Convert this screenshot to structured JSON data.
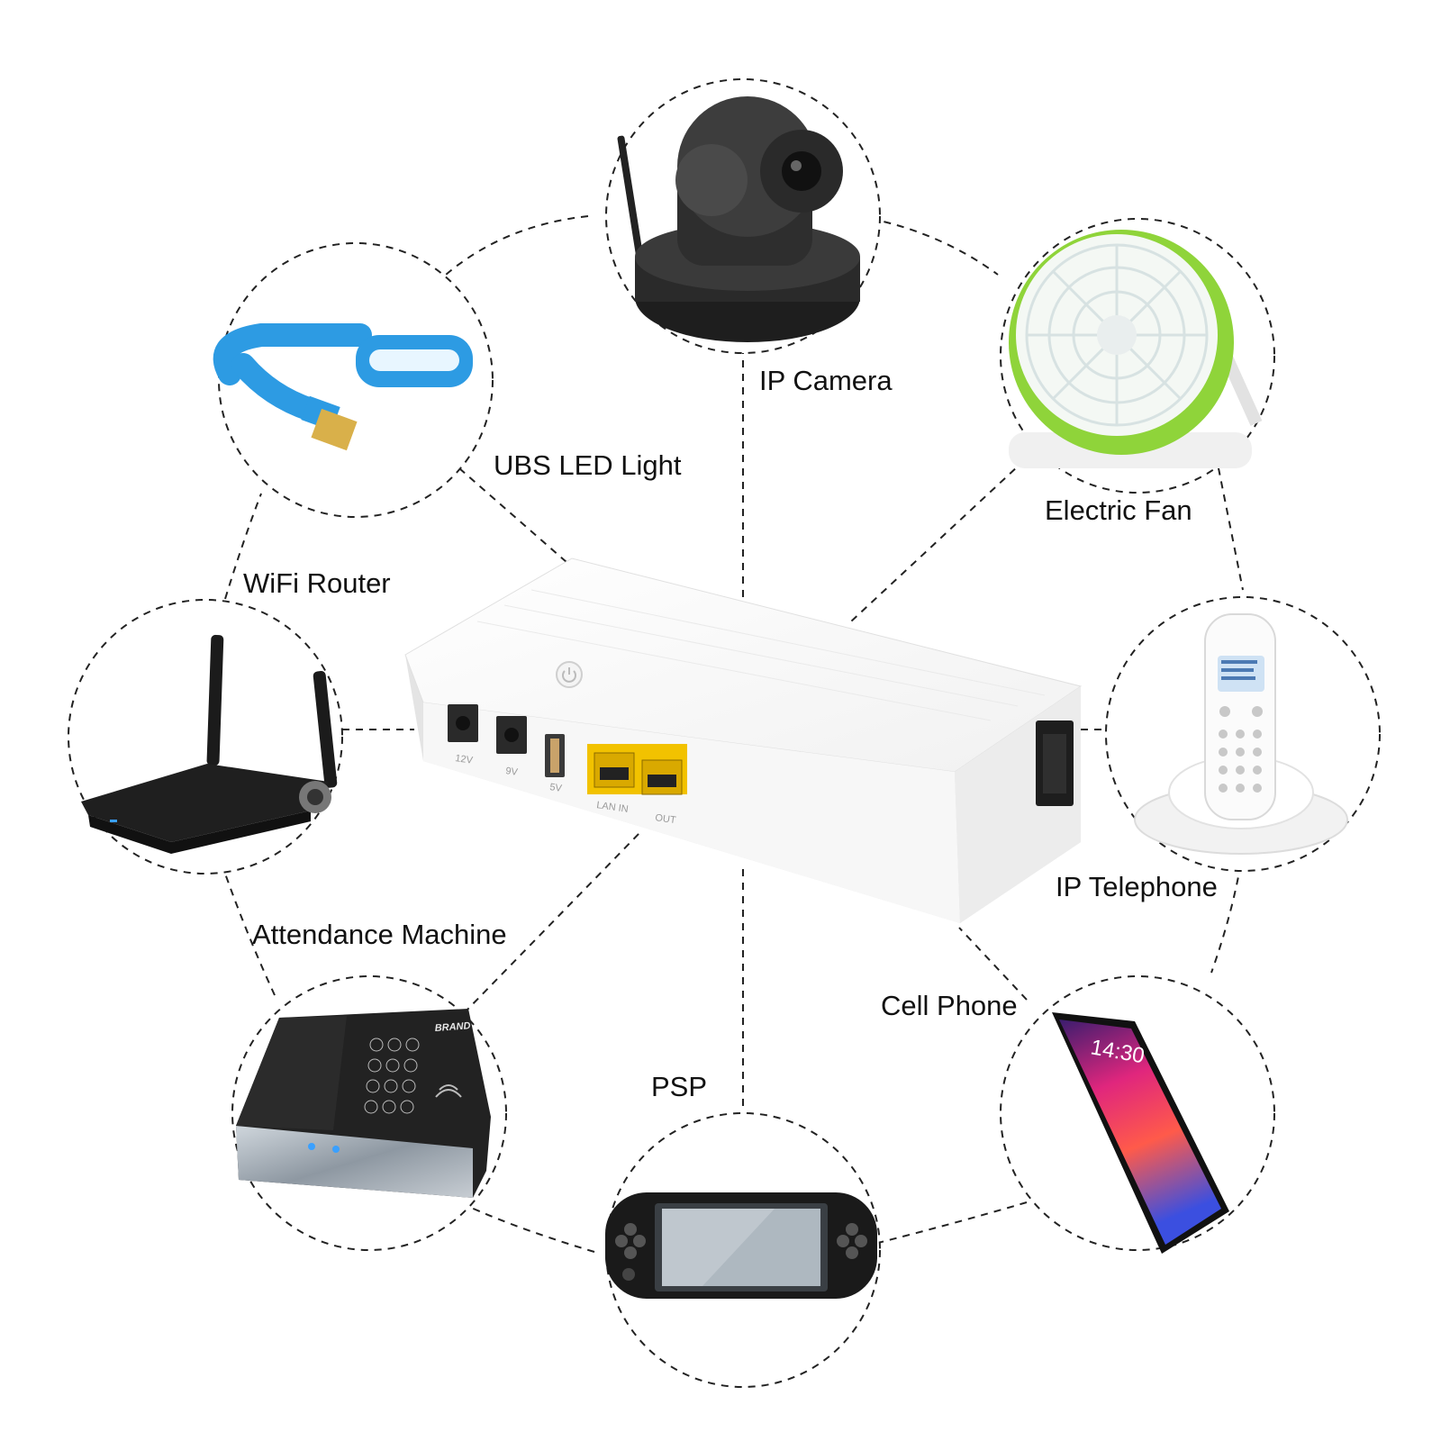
{
  "center_device": {
    "ports": [
      "12V",
      "9V",
      "5V",
      "LAN IN",
      "OUT"
    ]
  },
  "devices": [
    {
      "id": "ip-camera",
      "label": "IP Camera",
      "icon": "ip-camera-icon"
    },
    {
      "id": "electric-fan",
      "label": "Electric Fan",
      "icon": "electric-fan-icon"
    },
    {
      "id": "ip-telephone",
      "label": "IP Telephone",
      "icon": "ip-telephone-icon"
    },
    {
      "id": "cell-phone",
      "label": "Cell Phone",
      "icon": "cell-phone-icon"
    },
    {
      "id": "psp",
      "label": "PSP",
      "icon": "psp-icon"
    },
    {
      "id": "attendance-machine",
      "label": "Attendance Machine",
      "icon": "attendance-machine-icon"
    },
    {
      "id": "wifi-router",
      "label": "WiFi Router",
      "icon": "wifi-router-icon"
    },
    {
      "id": "usb-led-light",
      "label": "UBS LED Light",
      "icon": "usb-led-light-icon"
    }
  ],
  "device_screen": {
    "phone_clock": "14:30",
    "attendance_brand": "BRAND"
  },
  "colors": {
    "dashed_line": "#222222",
    "lan_port": "#f2c200",
    "fan_accent": "#8fd43a",
    "led_light": "#2d9be3"
  }
}
